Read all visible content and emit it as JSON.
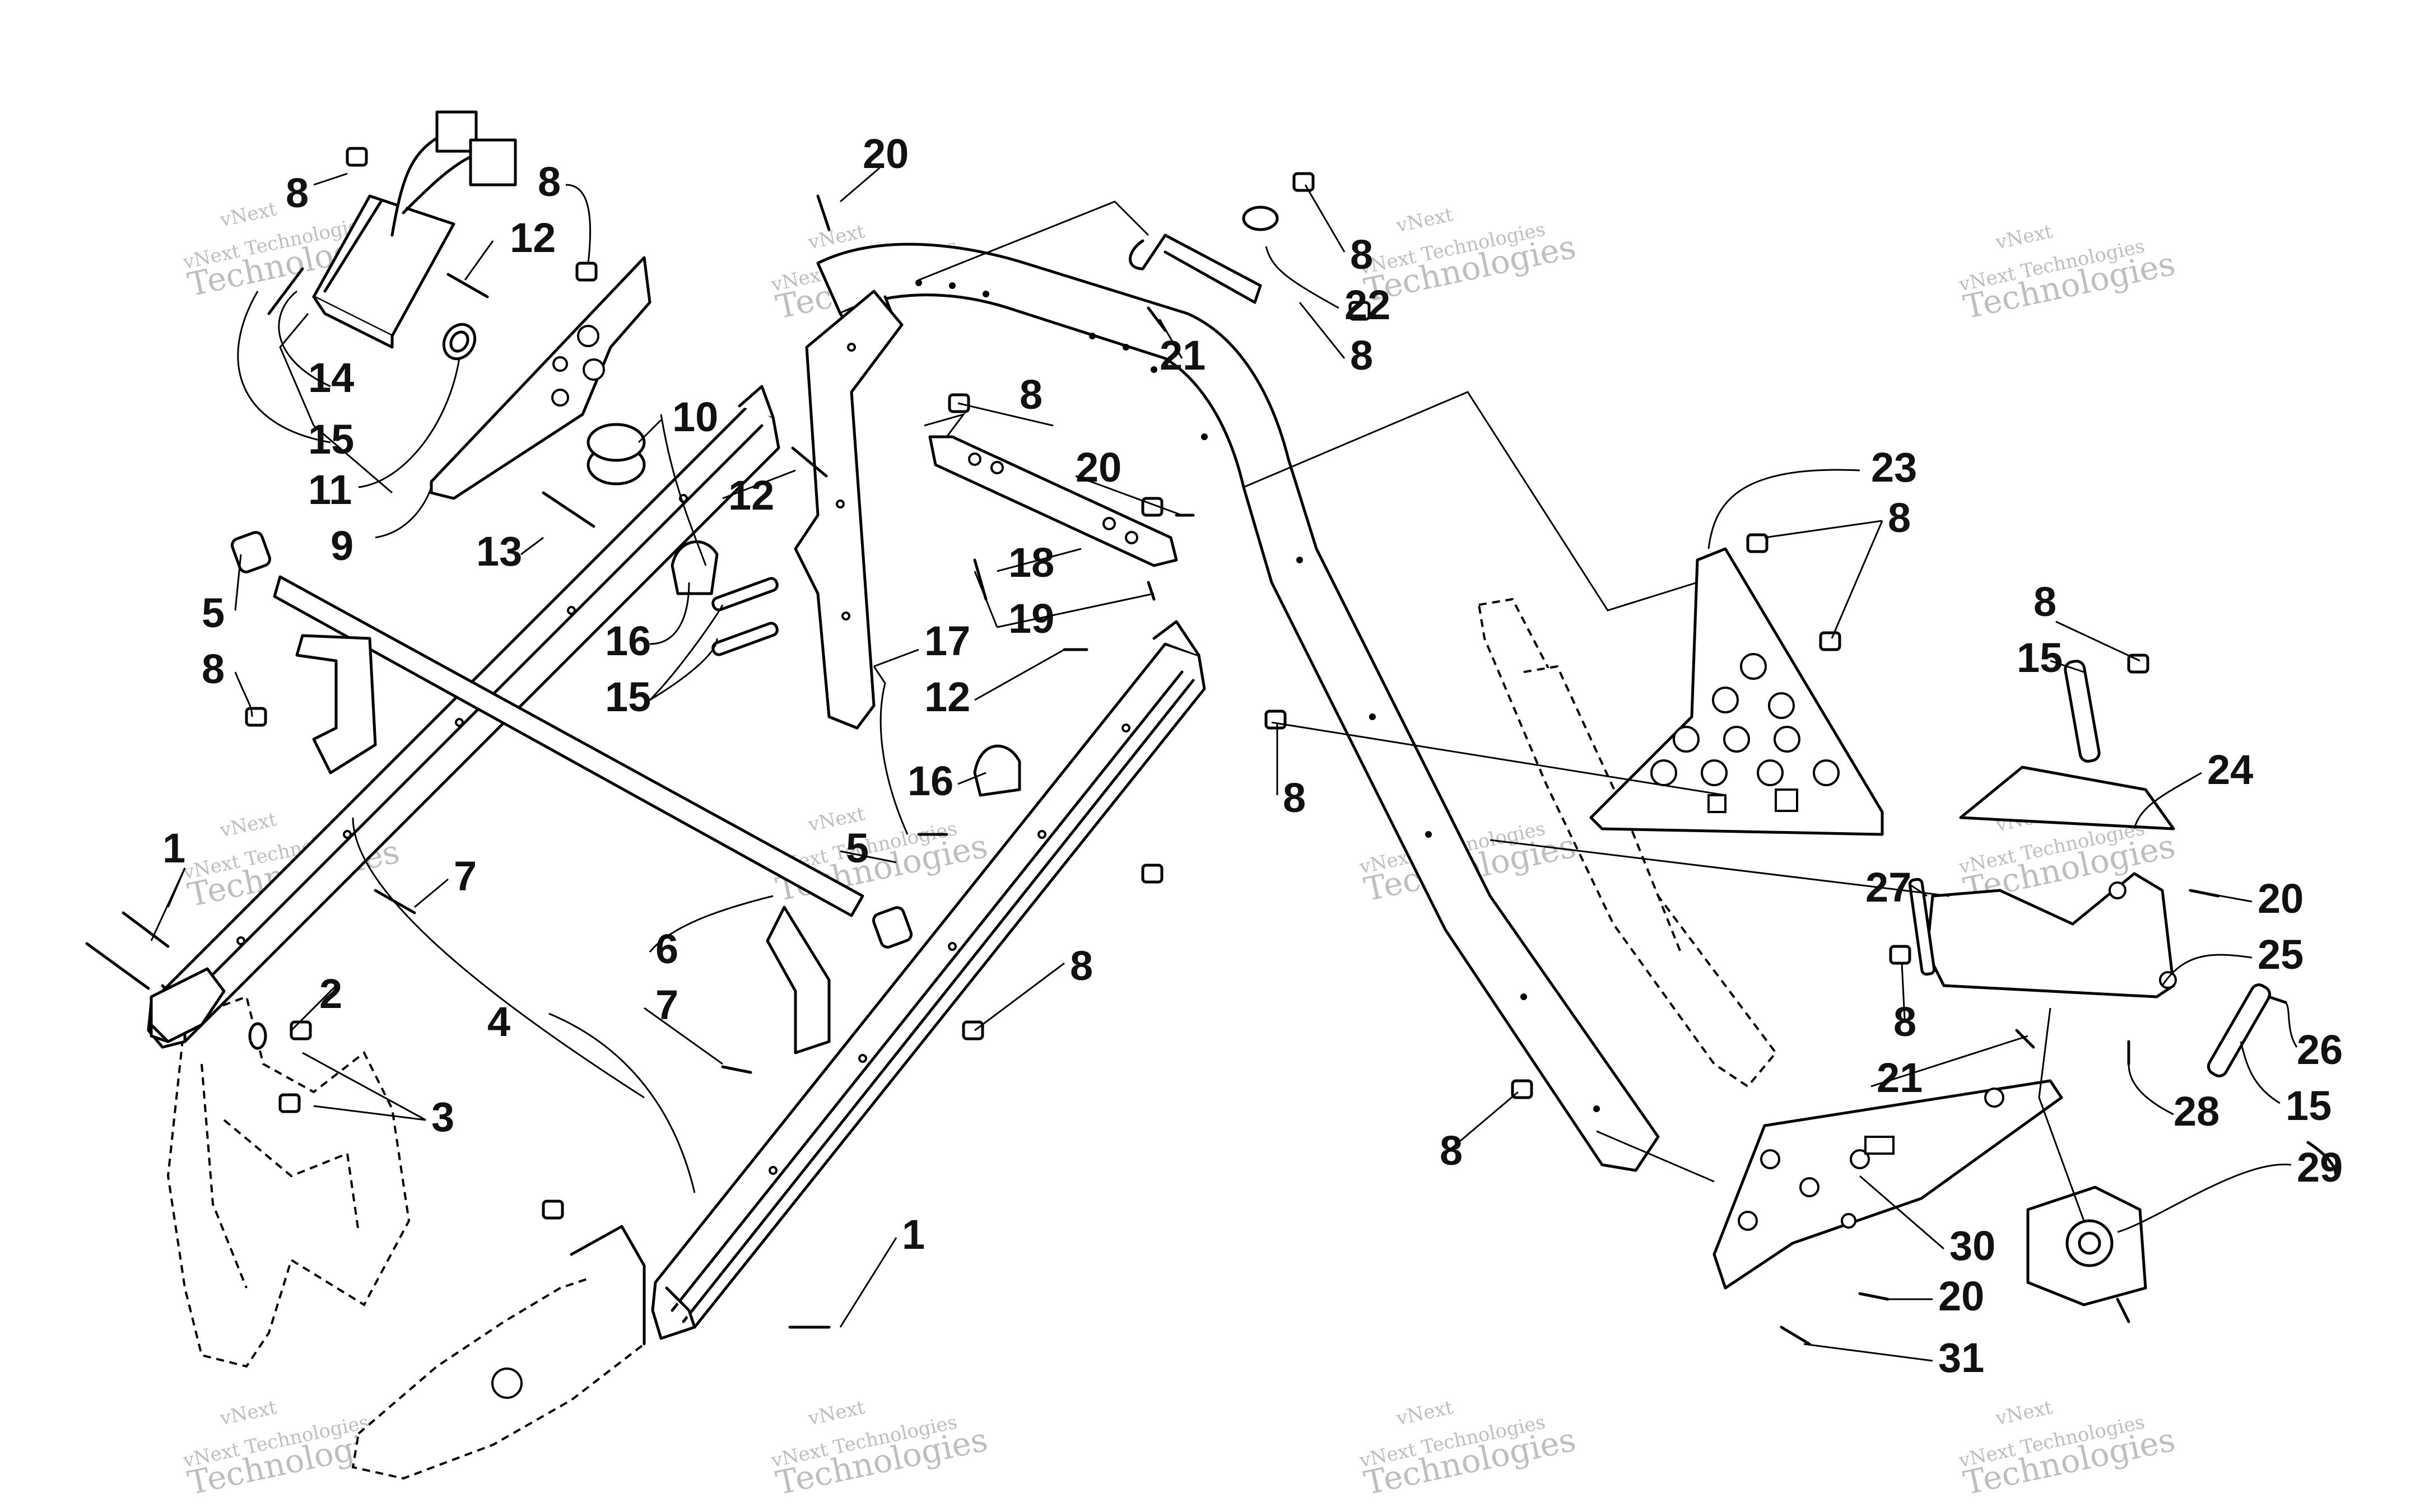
{
  "watermark": {
    "line1": "vNext Technologies",
    "line2": "Technologies",
    "line3": "vNext"
  },
  "callouts": {
    "c1a": "1",
    "c1b": "1",
    "c2": "2",
    "c3": "3",
    "c4": "4",
    "c5a": "5",
    "c5b": "5",
    "c6": "6",
    "c7a": "7",
    "c7b": "7",
    "c8a": "8",
    "c8b": "8",
    "c8c": "8",
    "c8d": "8",
    "c8e": "8",
    "c8f": "8",
    "c8g": "8",
    "c8h": "8",
    "c8i": "8",
    "c8j": "8",
    "c8k": "8",
    "c8l": "8",
    "c9": "9",
    "c10": "10",
    "c11": "11",
    "c12a": "12",
    "c12b": "12",
    "c12c": "12",
    "c13": "13",
    "c14": "14",
    "c15a": "15",
    "c15b": "15",
    "c15c": "15",
    "c15d": "15",
    "c16a": "16",
    "c16b": "16",
    "c17": "17",
    "c18": "18",
    "c19": "19",
    "c20a": "20",
    "c20b": "20",
    "c20c": "20",
    "c20d": "20",
    "c21a": "21",
    "c21b": "21",
    "c22": "22",
    "c23": "23",
    "c24": "24",
    "c25": "25",
    "c26": "26",
    "c27": "27",
    "c28": "28",
    "c29": "29",
    "c30": "30",
    "c31": "31"
  }
}
